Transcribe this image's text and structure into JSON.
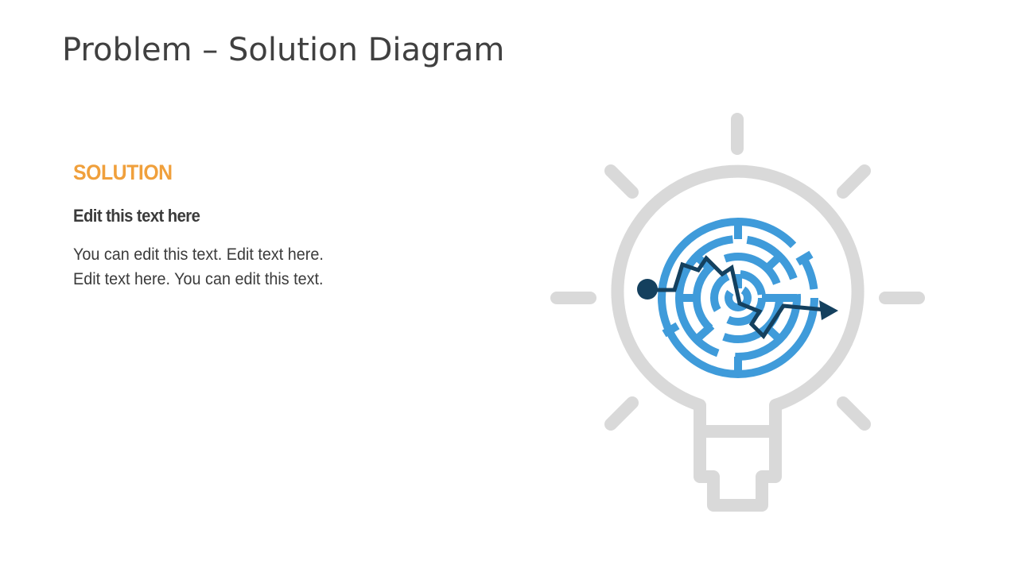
{
  "slide": {
    "title": "Problem – Solution Diagram"
  },
  "solution": {
    "heading": "SOLUTION",
    "subheading": "Edit this text here",
    "body_lines": [
      "You can edit this text. Edit text here.",
      "Edit text here. You can edit this text."
    ]
  },
  "graphic": {
    "icon": "lightbulb-maze-icon",
    "colors": {
      "bulb": "#D9D9D9",
      "maze": "#3F9BDA",
      "path": "#14405E",
      "heading_accent": "#F0A03C"
    }
  }
}
